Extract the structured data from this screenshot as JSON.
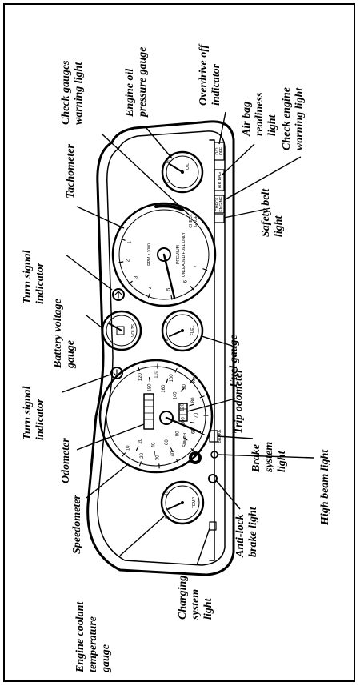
{
  "callouts": {
    "engine_oil_pressure_gauge": [
      "Engine oil",
      "pressure gauge"
    ],
    "check_gauges_warning_light": [
      "Check gauges",
      "warning light"
    ],
    "overdrive_off_indicator": [
      "Overdrive off",
      "indicator"
    ],
    "air_bag_readiness_light": [
      "Air bag",
      "readiness",
      "light"
    ],
    "check_engine_warning_light": [
      "Check engine",
      "warning light"
    ],
    "tachometer": [
      "Tachometer"
    ],
    "safety_belt_light": [
      "Safety belt",
      "light"
    ],
    "turn_signal_indicator_upper": [
      "Turn signal",
      "indicator"
    ],
    "battery_voltage_gauge": [
      "Battery voltage",
      "gauge"
    ],
    "fuel_gauge": [
      "Fuel gauge"
    ],
    "turn_signal_indicator_lower": [
      "Turn signal",
      "indicator"
    ],
    "trip_odometer": [
      "Trip odometer"
    ],
    "odometer": [
      "Odometer"
    ],
    "brake_system_light": [
      "Brake",
      "system",
      "light"
    ],
    "high_beam_light": [
      "High beam light"
    ],
    "speedometer": [
      "Speedometer"
    ],
    "anti_lock_brake_light": [
      "Anti-lock",
      "brake light"
    ],
    "engine_coolant_temperature_gauge": [
      "Engine coolant",
      "temperature",
      "gauge"
    ],
    "charging_system_light": [
      "Charging",
      "system",
      "light"
    ]
  },
  "panel_text": {
    "oil_label": "OIL",
    "oil_scale_low": "L",
    "oil_scale_high": "H",
    "volts_label": "VOLTS",
    "fuel_label": "FUEL",
    "fuel_empty": "E",
    "fuel_full": "F",
    "temp_label": "TEMP",
    "temp_cold": "C",
    "temp_hot": "H",
    "tach_units": "RPM x 1000",
    "tach_note_1": "PREMIUM",
    "tach_note_2": "UNLEADED FUEL ONLY",
    "check_gage": [
      "CHECK",
      "GAGE"
    ],
    "od_off": [
      "O/D",
      "OFF"
    ],
    "air_bag": "AIR BAG",
    "check_engine": [
      "CHECK",
      "ENGINE"
    ],
    "speed_units_mph": "MPH",
    "speed_units_kmh": "Km/h",
    "brake": "BRAKE",
    "tach_ticks": [
      "1",
      "2",
      "3",
      "4",
      "5",
      "6",
      "7"
    ],
    "speed_ticks_mph": [
      "10",
      "20",
      "30",
      "40",
      "50",
      "60",
      "70",
      "80",
      "90",
      "100",
      "110",
      "120"
    ],
    "speed_ticks_kmh": [
      "20",
      "40",
      "60",
      "80",
      "100",
      "120",
      "140",
      "160",
      "180"
    ]
  }
}
